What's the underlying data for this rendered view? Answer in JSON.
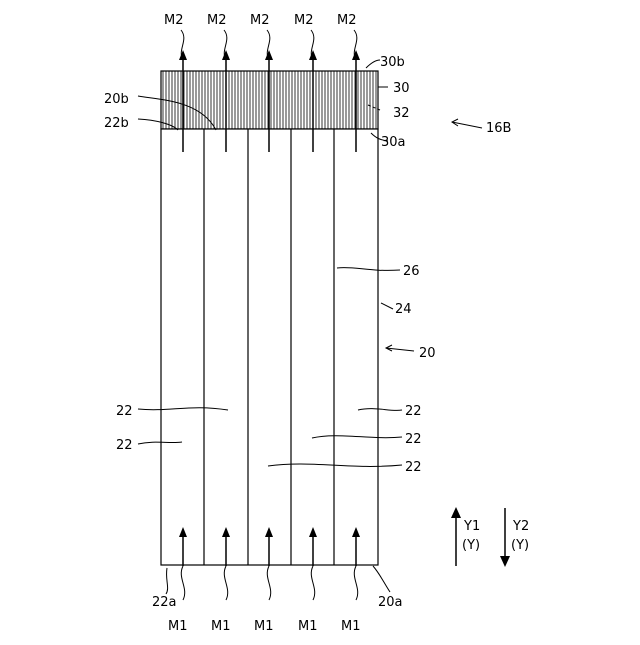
{
  "figure_ref": "16B",
  "inlet_label": "M1",
  "outlet_label": "M2",
  "inlet_count": 5,
  "labels": {
    "l_30b": "30b",
    "l_30": "30",
    "l_32": "32",
    "l_30a": "30a",
    "l_20b": "20b",
    "l_22b": "22b",
    "l_16b": "16B",
    "l_26": "26",
    "l_24": "24",
    "l_20": "20",
    "l_22": "22",
    "l_22a": "22a",
    "l_20a": "20a"
  },
  "direction_legend": {
    "y1": "Y1",
    "y1_axis": "(Y)",
    "y2": "Y2",
    "y2_axis": "(Y)"
  }
}
